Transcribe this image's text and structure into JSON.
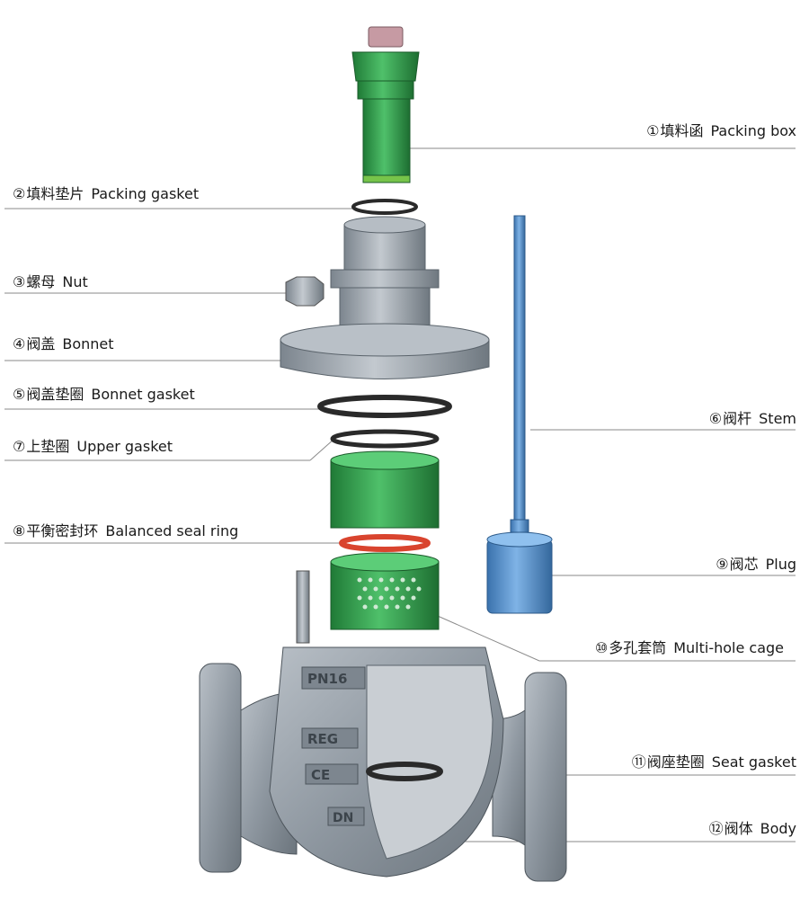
{
  "labels": [
    {
      "num": "①",
      "zh": "填料函",
      "en": "Packing box"
    },
    {
      "num": "②",
      "zh": "填料垫片",
      "en": "Packing gasket"
    },
    {
      "num": "③",
      "zh": "螺母",
      "en": "Nut"
    },
    {
      "num": "④",
      "zh": "阀盖",
      "en": "Bonnet"
    },
    {
      "num": "⑤",
      "zh": "阀盖垫圈",
      "en": "Bonnet gasket"
    },
    {
      "num": "⑥",
      "zh": "阀杆",
      "en": "Stem"
    },
    {
      "num": "⑦",
      "zh": "上垫圈",
      "en": "Upper gasket"
    },
    {
      "num": "⑧",
      "zh": "平衡密封环",
      "en": "Balanced seal ring"
    },
    {
      "num": "⑨",
      "zh": "阀芯",
      "en": "Plug"
    },
    {
      "num": "⑩",
      "zh": "多孔套筒",
      "en": "Multi-hole cage"
    },
    {
      "num": "⑪",
      "zh": "阀座垫圈",
      "en": "Seat gasket"
    },
    {
      "num": "⑫",
      "zh": "阀体",
      "en": "Body"
    }
  ],
  "body_markings": [
    "PN16",
    "REG",
    "CE",
    "DN"
  ],
  "colors": {
    "green": "#2e9a4a",
    "steel": "#9aa3ab",
    "blue": "#4d8fd0",
    "red": "#d9442e",
    "gasket": "#2a2a2a",
    "leader": "#8a8a8a"
  }
}
